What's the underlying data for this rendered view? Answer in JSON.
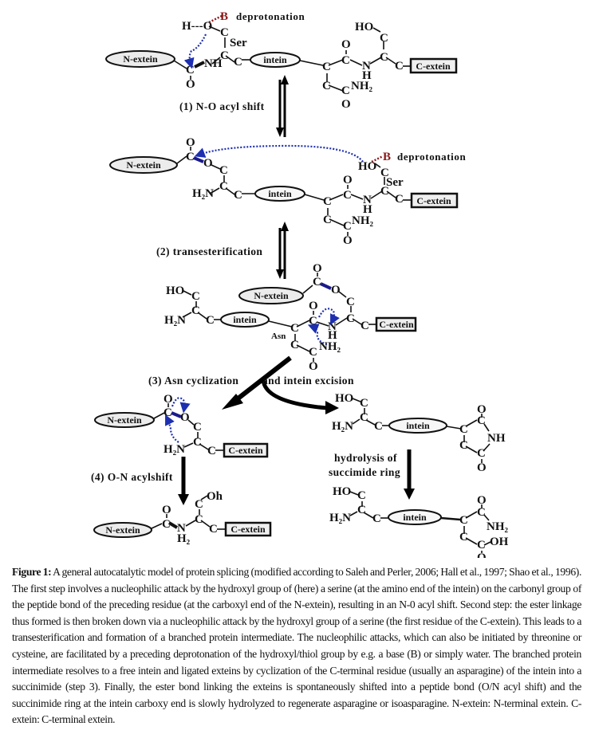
{
  "labels": {
    "n_extein": "N-extein",
    "c_extein": "C-extein",
    "intein": "intein",
    "deprotonation": "deprotonation",
    "base": "B",
    "ser": "Ser",
    "asn": "Asn"
  },
  "atoms": {
    "C": "C",
    "O": "O",
    "N": "N",
    "H": "H",
    "NH": "NH",
    "HO": "HO",
    "H2N": "H₂N",
    "NH2": "NH₂",
    "H2": "H₂",
    "OH": "OH",
    "Oh": "Oh",
    "H_dashes_O": "H---O"
  },
  "steps": {
    "step1": "(1) N-O acyl shift",
    "step2": "(2) transesterification",
    "step3a": "(3) Asn cyclization",
    "step3b": "and intein excision",
    "step4": "(4) O-N acylshift",
    "hydrolysis_line1": "hydrolysis of",
    "hydrolysis_line2": "succimide ring"
  },
  "caption": {
    "label": "Figure 1:",
    "text": " A general autocatalytic model of protein splicing (modified according to Saleh and Perler, 2006; Hall et al., 1997; Shao et al., 1996). The first step involves a nucleophilic attack by the hydroxyl group of (here) a serine (at the amino end of the intein) on the carbonyl group of the peptide bond of the preceding residue (at the carboxyl end of the N-extein), resulting in an N-0 acyl shift. Second step: the ester linkage thus formed is then broken down via a nucleophilic attack by the hydroxyl group of a serine (the first residue of the C-extein). This leads to a transesterification and formation of a branched protein intermediate. The nucleophilic attacks, which can also be initiated by threonine or cysteine, are facilitated by a preceding deprotonation of the hydroxyl/thiol group by e.g. a base (B) or simply water. The branched protein intermediate resolves to a free intein and ligated exteins by cyclization of the C-terminal residue (usually an asparagine) of the intein into a succinimide (step 3). Finally, the ester bond linking the exteins is spontaneously shifted into a peptide bond (O/N acyl shift) and the succinimide ring at the intein carboxy end is slowly hydrolyzed to regenerate asparagine or isoasparagine. N-extein: N-terminal extein. C-extein: C-terminal extein."
  }
}
